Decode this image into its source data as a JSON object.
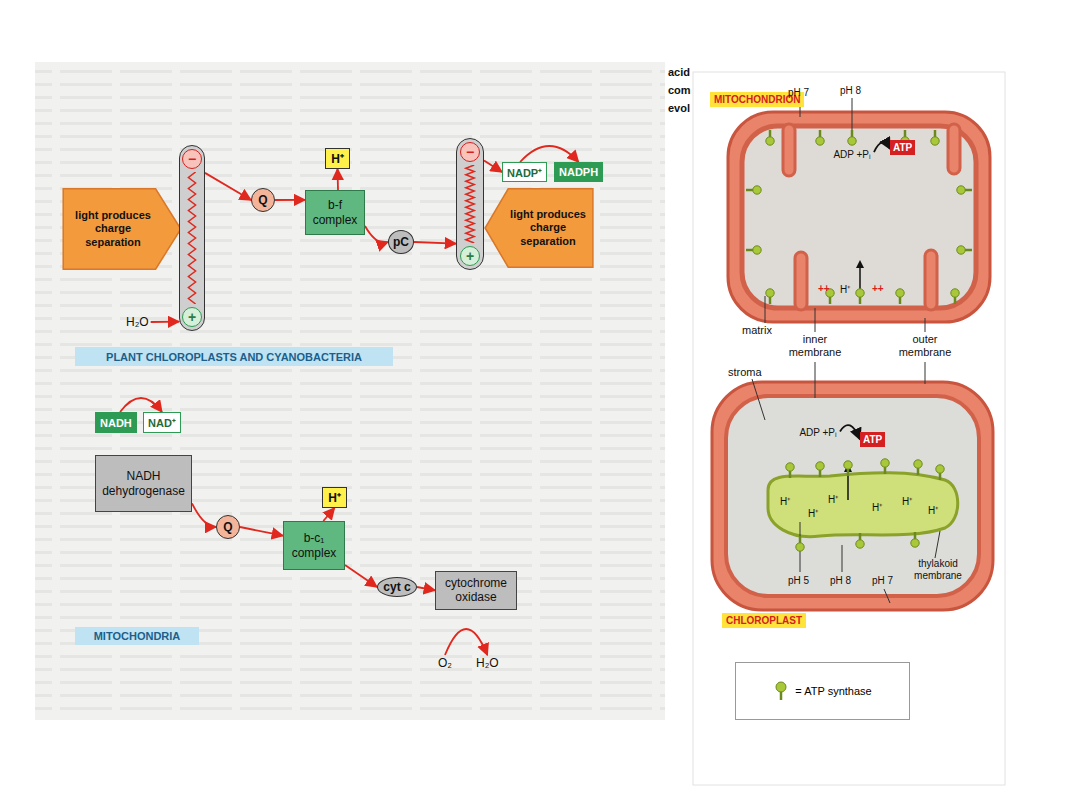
{
  "diagram": {
    "nodes": [
      {
        "text": [
          "light produces charge separation"
        ]
      },
      {
        "text": [
          "−",
          "+"
        ]
      },
      {
        "text": [
          "H₂O"
        ]
      },
      {
        "text": [
          "Q"
        ]
      },
      {
        "text": [
          "H⁺"
        ]
      },
      {
        "text": [
          "b-f complex"
        ]
      },
      {
        "text": [
          "pC"
        ]
      },
      {
        "text": [
          "−",
          "+"
        ]
      },
      {
        "text": [
          "light produces charge separation"
        ]
      },
      {
        "text": [
          "NADP⁺"
        ]
      },
      {
        "text": [
          "NADPH"
        ]
      },
      {
        "text": [
          "PLANT CHLOROPLASTS AND CYANOBACTERIA"
        ]
      },
      {
        "text": [
          "NADH"
        ]
      },
      {
        "text": [
          "NAD⁺"
        ]
      },
      {
        "text": [
          "NADH dehydrogenase"
        ]
      },
      {
        "text": [
          "Q"
        ]
      },
      {
        "text": [
          "H⁺"
        ]
      },
      {
        "text": [
          "b-c₁ complex"
        ]
      },
      {
        "text": [
          "cyt c"
        ]
      },
      {
        "text": [
          "cytochrome oxidase"
        ]
      },
      {
        "text": [
          "O₂"
        ]
      },
      {
        "text": [
          "H₂O"
        ]
      },
      {
        "text": [
          "MITOCHONDRIA"
        ]
      },
      {
        "text": [
          "MITOCHONDRION"
        ]
      },
      {
        "text": [
          "ADP +Pᵢ"
        ]
      },
      {
        "text": [
          "ATP"
        ]
      },
      {
        "text": [
          "ADP +Pᵢ"
        ]
      },
      {
        "text": [
          "ATP"
        ]
      },
      {
        "text": [
          "CHLOROPLAST"
        ]
      }
    ],
    "edges": [
      {
        "from": 2,
        "to": 1,
        "arrow": "to"
      },
      {
        "from": 1,
        "to": 3,
        "arrow": "to"
      },
      {
        "from": 3,
        "to": 5,
        "arrow": "to"
      },
      {
        "from": 5,
        "to": 4,
        "arrow": "to"
      },
      {
        "from": 5,
        "to": 6,
        "arrow": "to"
      },
      {
        "from": 6,
        "to": 7,
        "arrow": "to"
      },
      {
        "from": 7,
        "to": 9,
        "arrow": "to"
      },
      {
        "from": 9,
        "to": 10,
        "arrow": "to"
      },
      {
        "from": 12,
        "to": 13,
        "arrow": "to"
      },
      {
        "from": 14,
        "to": 15,
        "arrow": "to"
      },
      {
        "from": 15,
        "to": 17,
        "arrow": "to"
      },
      {
        "from": 17,
        "to": 16,
        "arrow": "to"
      },
      {
        "from": 17,
        "to": 18,
        "arrow": "to"
      },
      {
        "from": 18,
        "to": 19,
        "arrow": "to"
      },
      {
        "from": 20,
        "to": 21,
        "arrow": "to"
      },
      {
        "from": 24,
        "to": 25,
        "arrow": "to"
      },
      {
        "from": 26,
        "to": 27,
        "arrow": "to"
      }
    ],
    "labels": [
      "acid",
      "com",
      "evol",
      "pH 7",
      "pH 8",
      "H⁺",
      "++",
      "++",
      "matrix",
      "inner membrane",
      "outer membrane",
      "stroma",
      "H⁺",
      "H⁺",
      "H⁺",
      "H⁺",
      "H⁺",
      "H⁺",
      "pH 5",
      "pH 8",
      "pH 7",
      "thylakoid membrane"
    ],
    "legend": [
      {
        "text": "= ATP synthase"
      }
    ]
  }
}
